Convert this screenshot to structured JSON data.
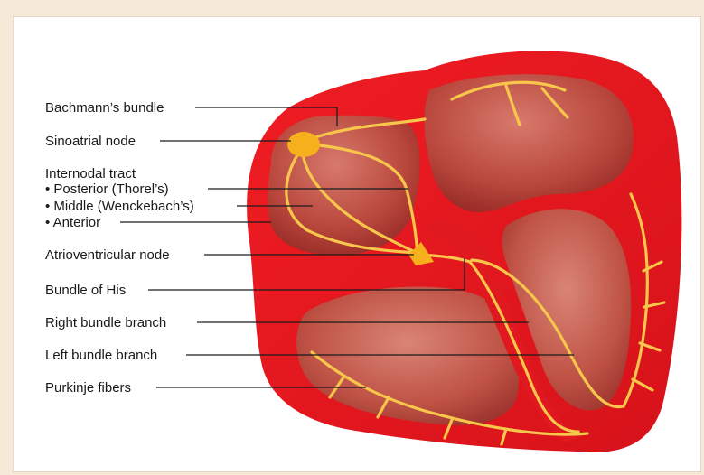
{
  "labels": {
    "bachmann": "Bachmann’s bundle",
    "sinoatrial": "Sinoatrial node",
    "internodal": "Internodal tract",
    "posterior": "• Posterior (Thorel’s)",
    "middle": "• Middle (Wenckebach’s)",
    "anterior": "• Anterior",
    "av_node": "Atrioventricular node",
    "his": "Bundle of His",
    "right_branch": "Right bundle branch",
    "left_branch": "Left bundle branch",
    "purkinje": "Purkinje fibers"
  },
  "colors": {
    "background": "#f6e9d7",
    "heart_wall": "#e3141c",
    "chamber": "#b8453c",
    "conduction": "#f7c64a",
    "node": "#f6b01c"
  }
}
